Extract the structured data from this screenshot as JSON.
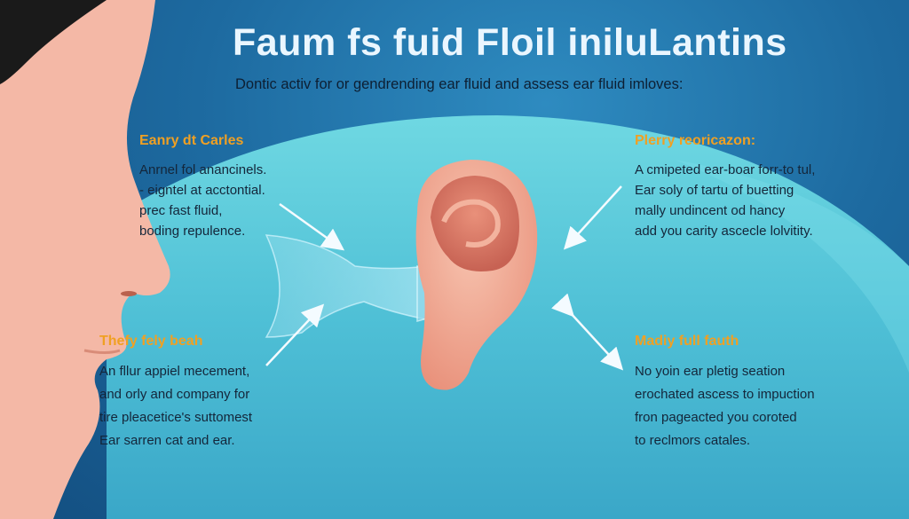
{
  "header": {
    "title": "Faum fs fuid Floil iniluLantins",
    "subtitle": "Dontic activ for or gendrending ear fluid and assess ear fluid imloves:"
  },
  "panels": {
    "top_left": {
      "heading": "Eanry dt Carles",
      "lines": [
        "Anrnel fol anancinels.",
        "- eigntel at acctontial.",
        "prec fast fluid,",
        "boding repulence."
      ]
    },
    "top_right": {
      "heading": "Plerry reoricazon:",
      "lines": [
        "A cmipeted ear-boar forr-to tul,",
        "Ear soly of tartu of buetting",
        "mally undincent od hancy",
        "add you carity ascecle lolvitity."
      ]
    },
    "bottom_left": {
      "heading": "Thefy fely beah",
      "lines": [
        "An fllur appiel mecement,",
        "and orly and company for",
        "tire pleacetice's suttomest",
        "Ear sarren cat and ear."
      ]
    },
    "bottom_right": {
      "heading": "Madiy full fauth",
      "lines": [
        "No yoin ear pletig seation",
        "erochated ascess to impuction",
        "fron pageacted you coroted",
        "to reclmors catales."
      ]
    }
  },
  "colors": {
    "heading_accent": "#f0a023",
    "body_text": "#14263a",
    "title_text": "#eaf6ff",
    "skin": "#f4b8a6",
    "water": "#58c8d8"
  },
  "icons": [
    "face-profile",
    "ear-illustration",
    "fluid-stream",
    "arrow-icon"
  ]
}
